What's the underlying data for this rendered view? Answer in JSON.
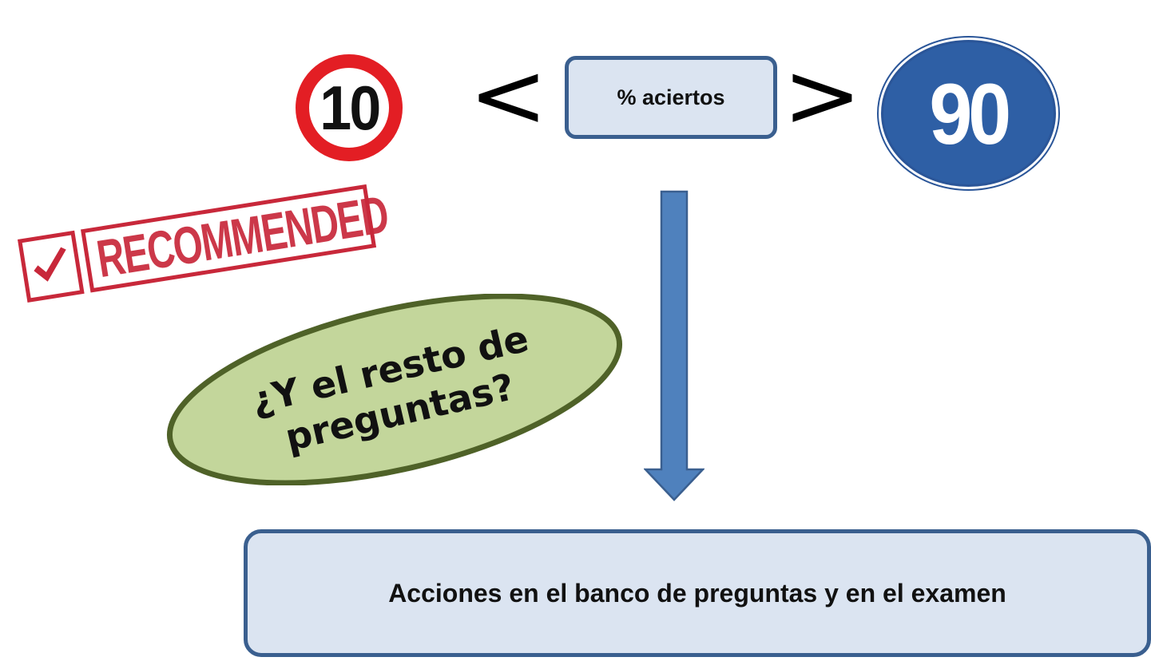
{
  "signs": {
    "min_value": "10",
    "max_value": "90",
    "less_than": "<",
    "greater_than": ">"
  },
  "metric": {
    "label": "% aciertos"
  },
  "stamp": {
    "text": "RECOMMENDED"
  },
  "question": {
    "line1": "¿Y el resto de",
    "line2": "preguntas?"
  },
  "action": {
    "label": "Acciones en el banco de preguntas y en el examen"
  },
  "colors": {
    "red_sign": "#e31e24",
    "blue_sign": "#2e5fa5",
    "box_fill": "#dbe4f1",
    "box_border": "#3a5f8f",
    "arrow_fill": "#4f81bd",
    "ellipse_fill": "#c3d69b",
    "ellipse_border": "#4f6228",
    "stamp": "#c8283a"
  }
}
